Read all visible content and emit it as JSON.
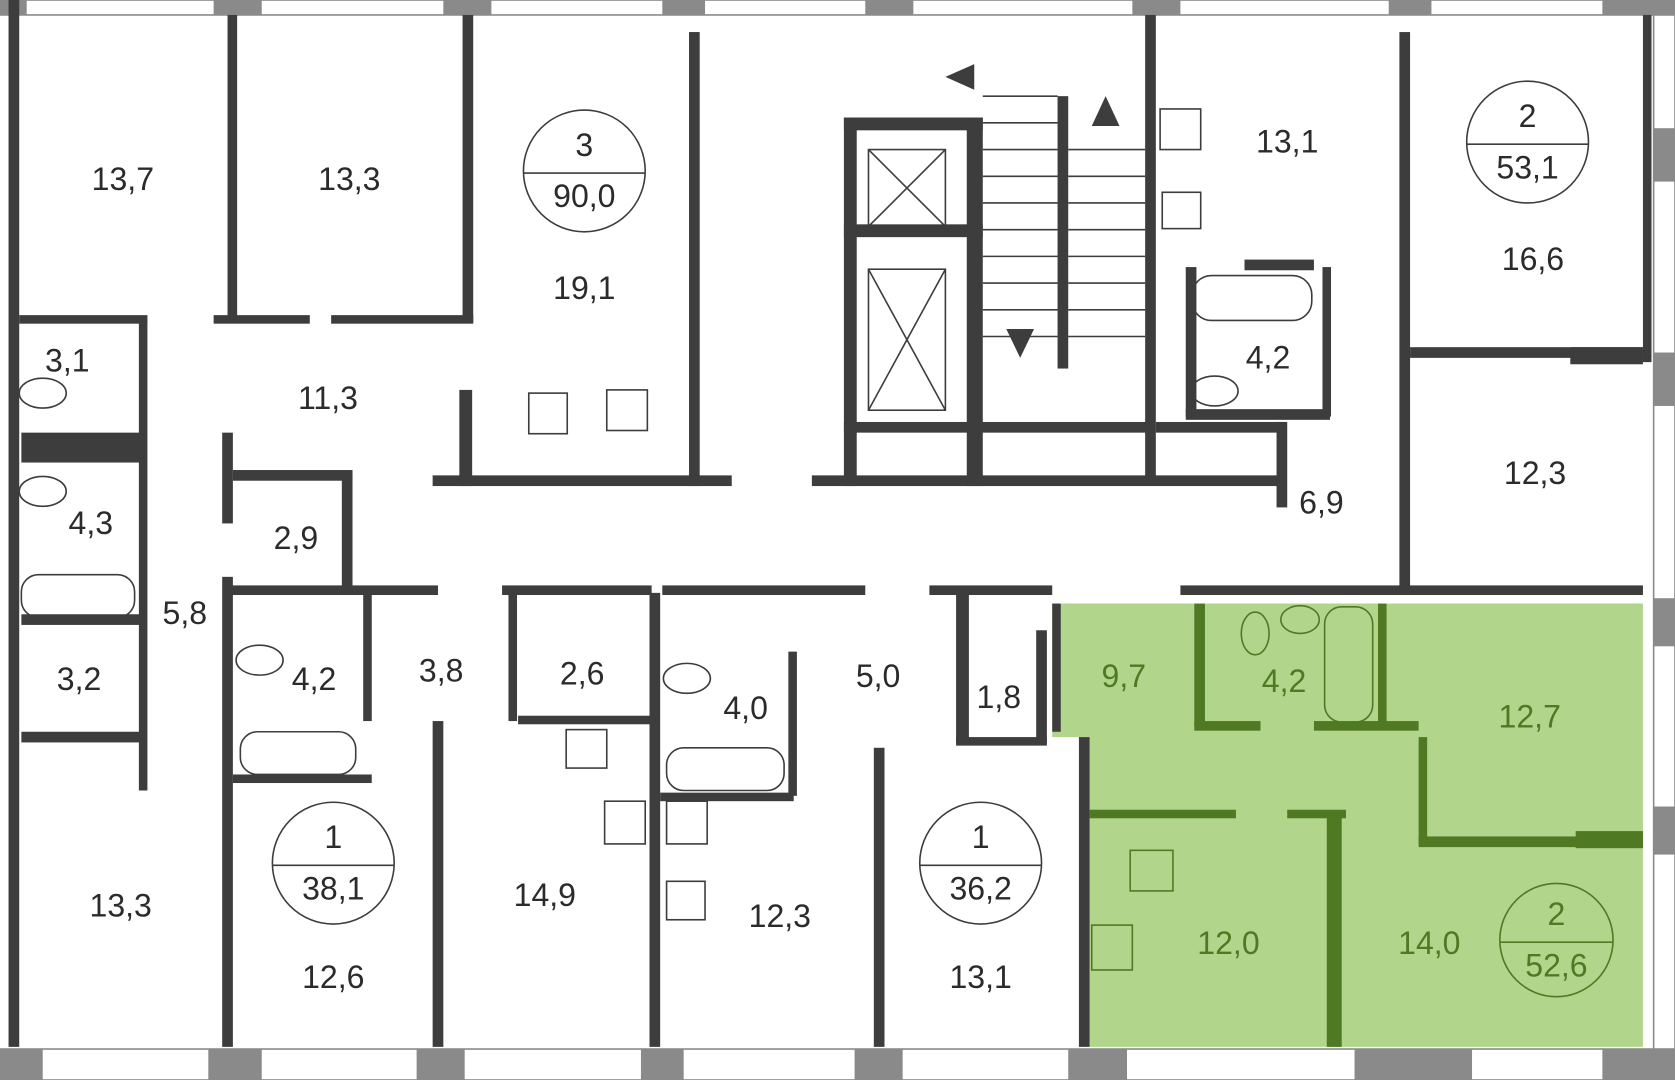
{
  "colors": {
    "wall": "#3d3d3d",
    "window": "#8a8a8a",
    "highlight_fill": "#b2d58c",
    "highlight_wall": "#4f7a23"
  },
  "apartments": [
    {
      "rooms": "3",
      "area": "90,0"
    },
    {
      "rooms": "2",
      "area": "53,1"
    },
    {
      "rooms": "1",
      "area": "38,1"
    },
    {
      "rooms": "1",
      "area": "36,2"
    },
    {
      "rooms": "2",
      "area": "52,6",
      "highlighted": true
    }
  ],
  "rooms": [
    "13,7",
    "13,3",
    "19,1",
    "3,1",
    "11,3",
    "4,3",
    "2,9",
    "5,8",
    "3,2",
    "4,2",
    "3,8",
    "2,6",
    "4,0",
    "5,0",
    "1,8",
    "13,3",
    "12,6",
    "14,9",
    "12,3",
    "13,1",
    "13,1",
    "16,6",
    "4,2",
    "12,3",
    "6,9"
  ],
  "highlighted_rooms": [
    "9,7",
    "4,2",
    "12,7",
    "12,0",
    "14,0"
  ]
}
